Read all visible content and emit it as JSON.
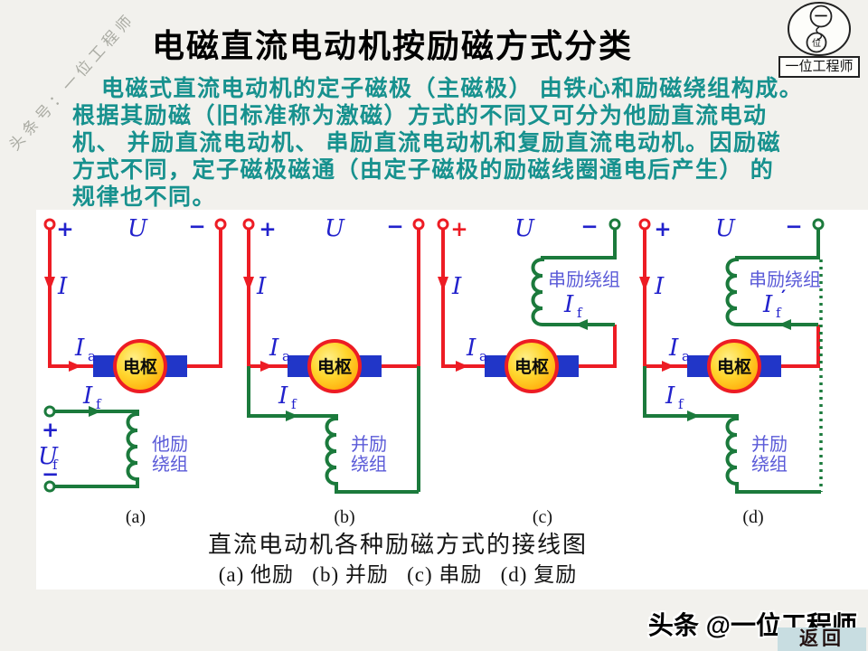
{
  "theme": {
    "slide_bg": "#f2f1ed",
    "panel_bg": "#ffffff",
    "paragraph_color": "#17918e",
    "wire_red": "#ed1c24",
    "wire_green": "#1b7a3c",
    "label_blue": "#2222cc",
    "winding_label_violet": "#5b5bd8",
    "armature_fill": "#ffd62e",
    "block_blue": "#2136c8",
    "back_button_bg": "#c8dde1",
    "watermark_color": "#aaaba3"
  },
  "watermark": "头条号：一位工程师",
  "logo": {
    "circle_top": "一",
    "circle_bottom": "位",
    "box_label": "一位工程师"
  },
  "title": "电磁直流电动机按励磁方式分类",
  "paragraph_lines": [
    "电磁式直流电动机的定子磁极（主磁极） 由铁心和励磁绕组构成。",
    "根据其励磁（旧标准称为激磁）方式的不同又可分为他励直流电动",
    "机、 并励直流电动机、 串励直流电动机和复励直流电动机。因励磁",
    "方式不同，定子磁极磁通（由定子磁极的励磁线圈通电后产生） 的",
    "规律也不同。"
  ],
  "symbols": {
    "plus": "+",
    "minus": "−",
    "voltage": "U",
    "voltage_f": "U",
    "current": "I",
    "sub_a": "a",
    "sub_f": "f",
    "prime": "′",
    "armature": "电枢"
  },
  "circuits": {
    "a": {
      "label": "(a)",
      "winding1": "他励",
      "winding2": "绕组"
    },
    "b": {
      "label": "(b)",
      "winding1": "并励",
      "winding2": "绕组"
    },
    "c": {
      "label": "(c)",
      "series": "串励绕组"
    },
    "d": {
      "label": "(d)",
      "series": "串励绕组",
      "winding1": "并励",
      "winding2": "绕组"
    }
  },
  "caption": "直流电动机各种励磁方式的接线图",
  "subcaption": "(a) 他励   (b) 并励   (c) 串励   (d) 复励",
  "footer": {
    "credit": "头条 @一位工程师",
    "back": "返回"
  }
}
